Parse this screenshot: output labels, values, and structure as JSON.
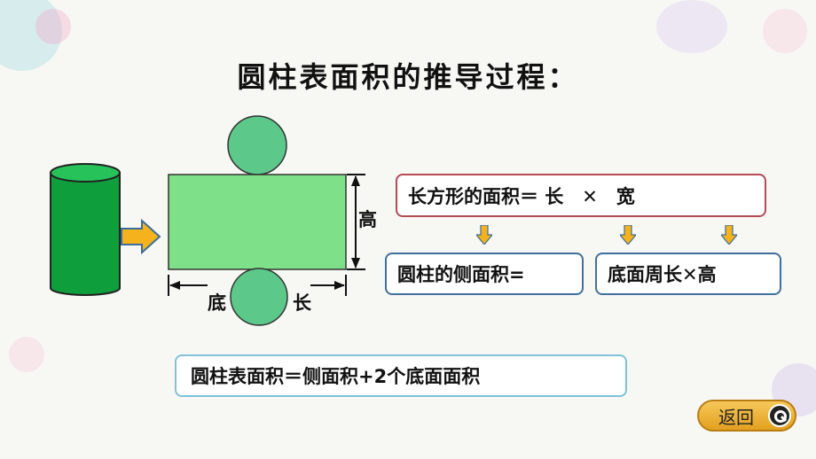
{
  "title": "圆柱表面积的推导过程：",
  "labels": {
    "height": "高",
    "base_left": "底",
    "base_right": "长"
  },
  "formulas": {
    "rectangle_area": "长方形的面积＝ 长　✕　宽",
    "lateral_area": "圆柱的侧面积=",
    "lateral_expr": "底面周长✕高",
    "total_area": "圆柱表面积＝侧面积+2个底面面积"
  },
  "buttons": {
    "back": "返回"
  },
  "colors": {
    "cylinder": "#0e9e3c",
    "rectangle": "#7fe08a",
    "circle": "#5cc98a",
    "arrow": "#f5b21c"
  }
}
